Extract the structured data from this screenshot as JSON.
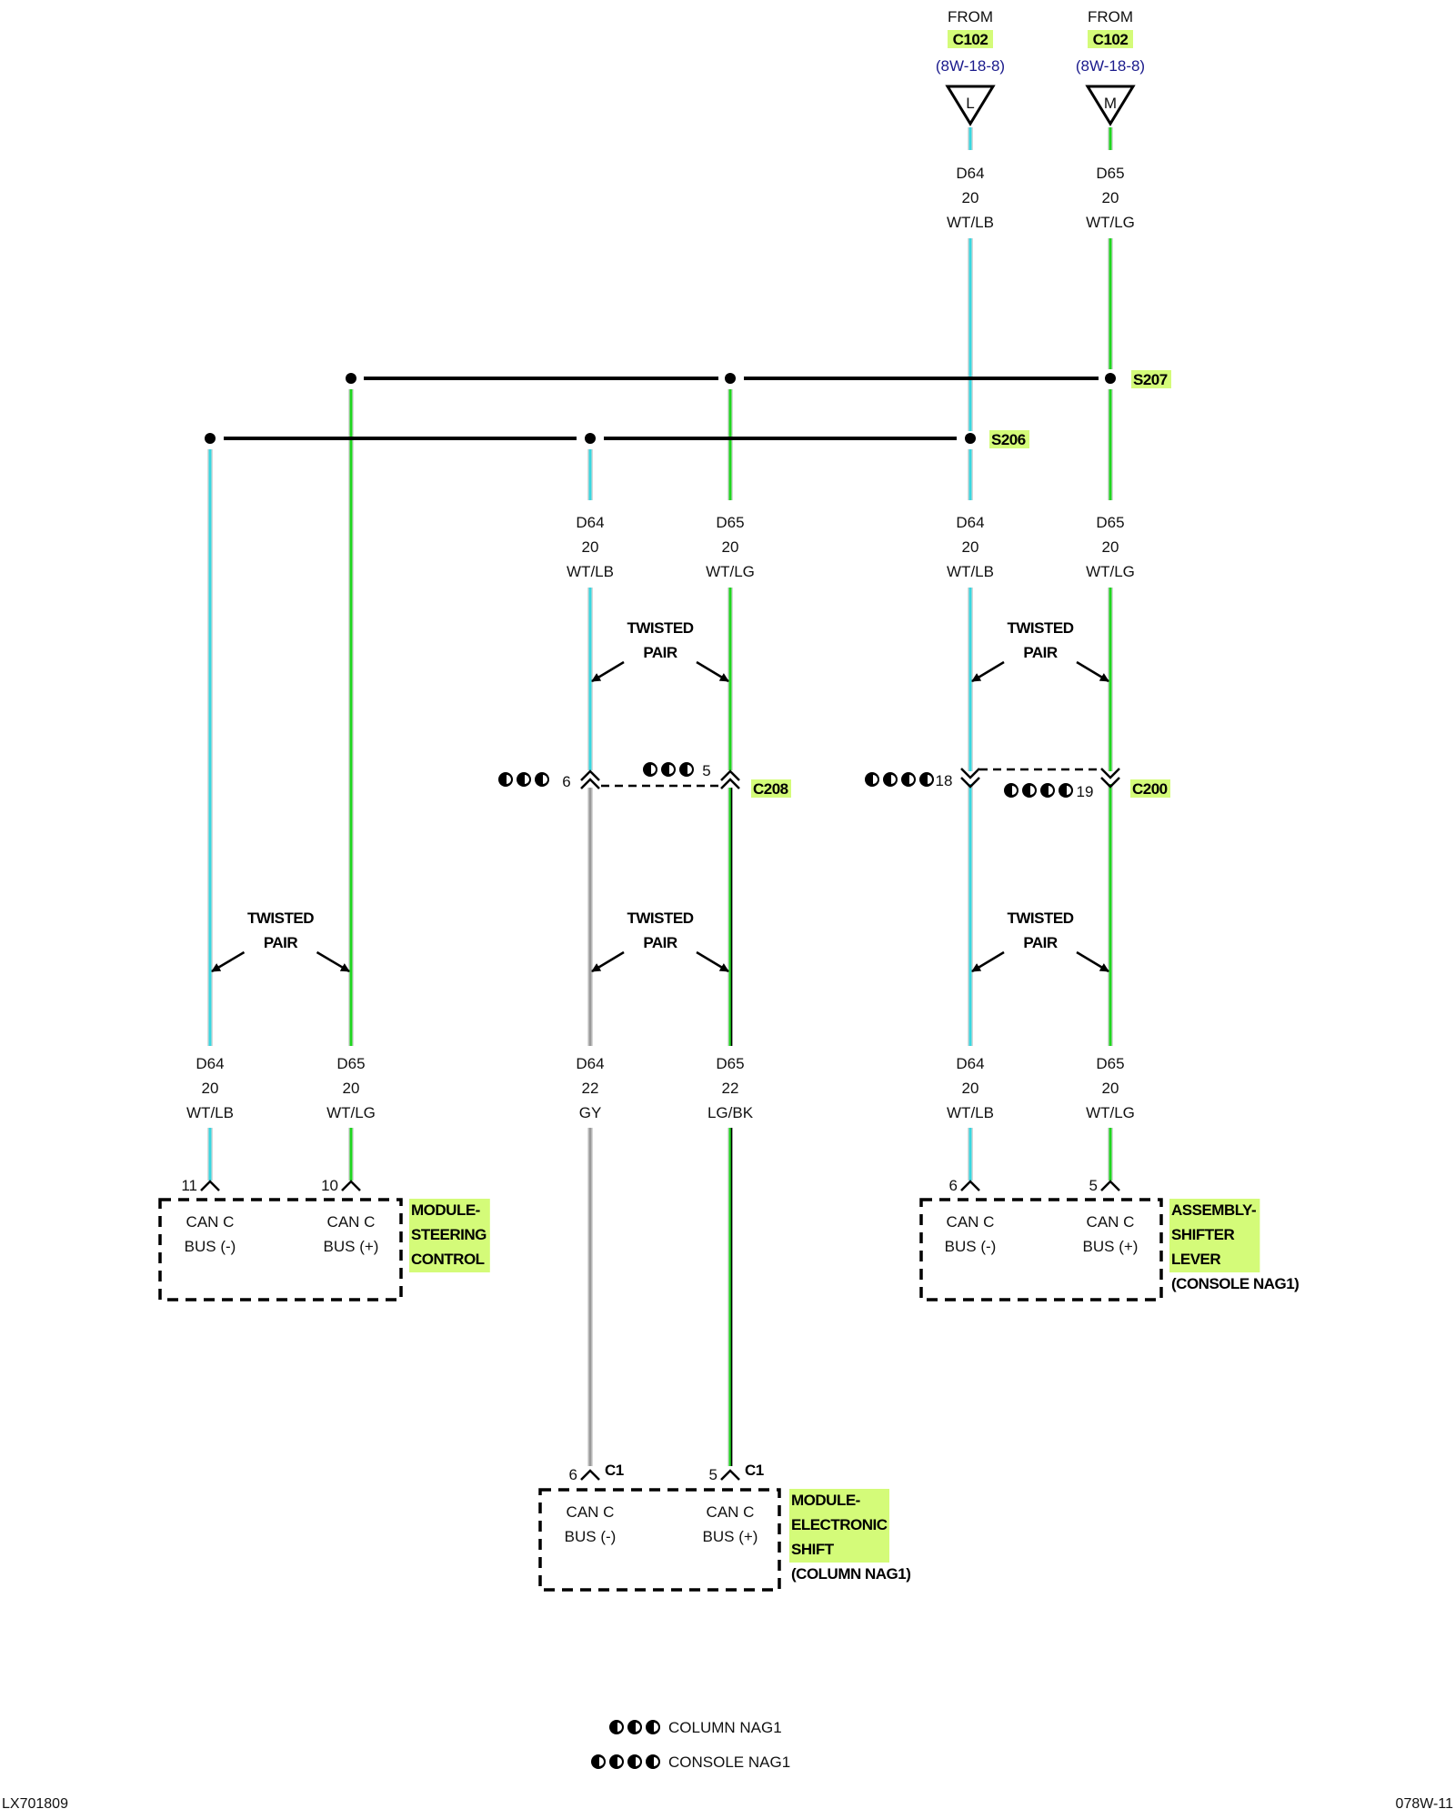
{
  "diagram": {
    "sources": [
      {
        "from_label": "FROM",
        "connector": "C102",
        "ref": "(8W-18-8)",
        "terminal": "L"
      },
      {
        "from_label": "FROM",
        "connector": "C102",
        "ref": "(8W-18-8)",
        "terminal": "M"
      }
    ],
    "wire_colors": {
      "WT/LB": "#39d7e0",
      "WT/LG": "#1fd61f",
      "GY": "#9a9a9a",
      "LG/BK": "#1fd61f",
      "LG/BK_stripe": "#000000"
    },
    "highlight_color": "#d4fb79",
    "splices": [
      {
        "name": "S207",
        "label": "S207"
      },
      {
        "name": "S206",
        "label": "S206"
      }
    ],
    "wire_labels": {
      "top_l": {
        "circuit": "D64",
        "gauge": "20",
        "color": "WT/LB"
      },
      "top_m": {
        "circuit": "D65",
        "gauge": "20",
        "color": "WT/LG"
      },
      "mid_c_neg": {
        "circuit": "D64",
        "gauge": "20",
        "color": "WT/LB"
      },
      "mid_c_pos": {
        "circuit": "D65",
        "gauge": "20",
        "color": "WT/LG"
      },
      "mid_r_neg": {
        "circuit": "D64",
        "gauge": "20",
        "color": "WT/LB"
      },
      "mid_r_pos": {
        "circuit": "D65",
        "gauge": "20",
        "color": "WT/LG"
      },
      "low_l_neg": {
        "circuit": "D64",
        "gauge": "20",
        "color": "WT/LB"
      },
      "low_l_pos": {
        "circuit": "D65",
        "gauge": "20",
        "color": "WT/LG"
      },
      "low_c_neg": {
        "circuit": "D64",
        "gauge": "22",
        "color": "GY"
      },
      "low_c_pos": {
        "circuit": "D65",
        "gauge": "22",
        "color": "LG/BK"
      },
      "low_r_neg": {
        "circuit": "D64",
        "gauge": "20",
        "color": "WT/LB"
      },
      "low_r_pos": {
        "circuit": "D65",
        "gauge": "20",
        "color": "WT/LG"
      }
    },
    "twisted_pair": {
      "line1": "TWISTED",
      "line2": "PAIR"
    },
    "inline_connectors": [
      {
        "name": "C208",
        "label": "C208",
        "pins": [
          "6",
          "5"
        ],
        "variant_marks": 3
      },
      {
        "name": "C200",
        "label": "C200",
        "pins": [
          "18",
          "19"
        ],
        "variant_marks": 4
      }
    ],
    "modules": [
      {
        "name": "steering-control",
        "title_lines": [
          "MODULE-",
          "STEERING",
          "CONTROL"
        ],
        "subtitle": "",
        "pins": [
          {
            "pin": "11",
            "connector": "",
            "line1": "CAN C",
            "line2": "BUS (-)"
          },
          {
            "pin": "10",
            "connector": "",
            "line1": "CAN C",
            "line2": "BUS (+)"
          }
        ]
      },
      {
        "name": "electronic-shift",
        "title_lines": [
          "MODULE-",
          "ELECTRONIC",
          "SHIFT"
        ],
        "subtitle": "(COLUMN NAG1)",
        "pins": [
          {
            "pin": "6",
            "connector": "C1",
            "line1": "CAN C",
            "line2": "BUS (-)"
          },
          {
            "pin": "5",
            "connector": "C1",
            "line1": "CAN C",
            "line2": "BUS (+)"
          }
        ]
      },
      {
        "name": "shifter-lever",
        "title_lines": [
          "ASSEMBLY-",
          "SHIFTER",
          "LEVER"
        ],
        "subtitle": "(CONSOLE NAG1)",
        "pins": [
          {
            "pin": "6",
            "connector": "",
            "line1": "CAN C",
            "line2": "BUS (-)"
          },
          {
            "pin": "5",
            "connector": "",
            "line1": "CAN C",
            "line2": "BUS (+)"
          }
        ]
      }
    ],
    "legend": [
      {
        "marks": 3,
        "label": "COLUMN NAG1"
      },
      {
        "marks": 4,
        "label": "CONSOLE NAG1"
      }
    ]
  },
  "footer": {
    "left_code": "LX701809",
    "right_code": "078W-11"
  }
}
